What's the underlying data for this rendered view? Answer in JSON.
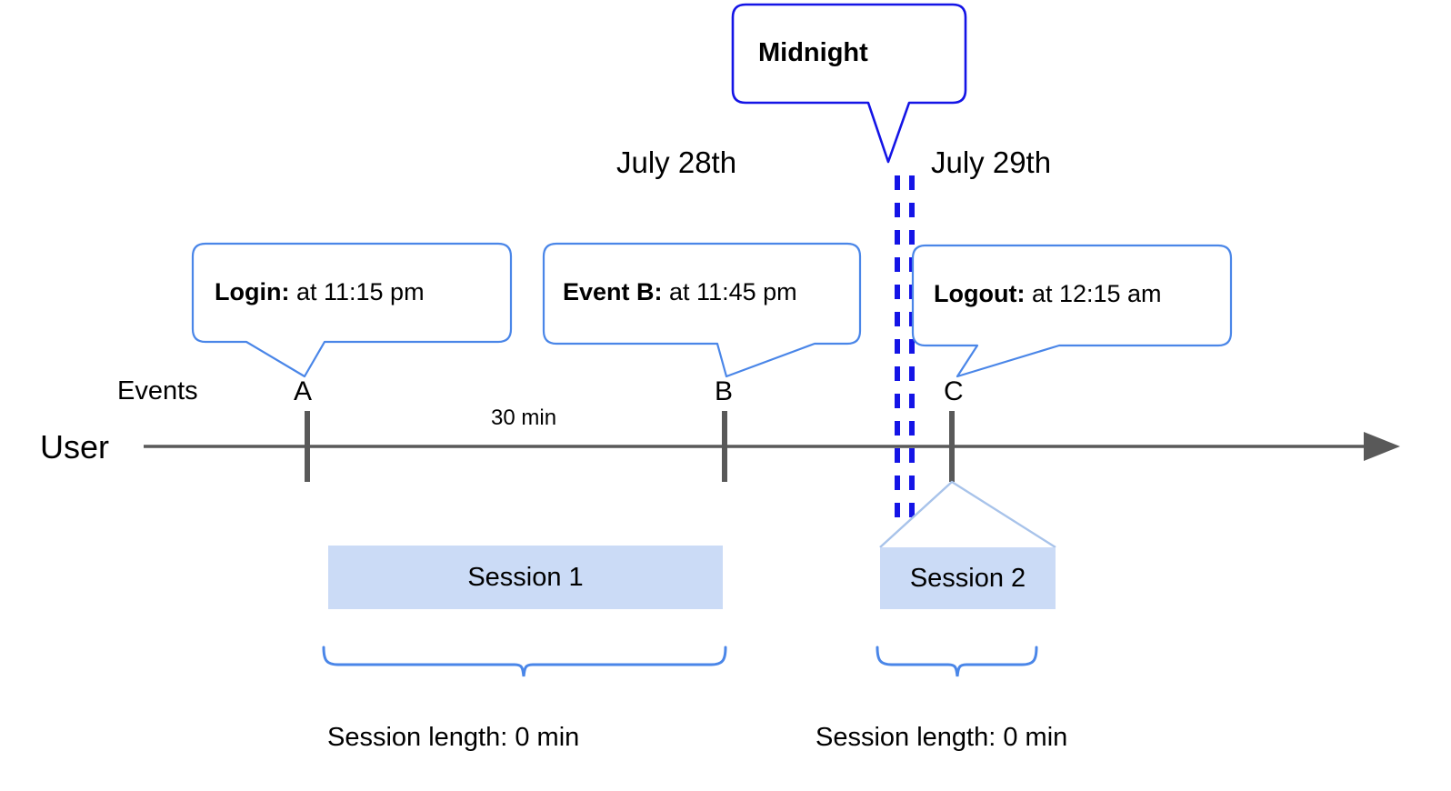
{
  "diagram": {
    "title_callout": {
      "label": "Midnight",
      "border_color": "#1414e6"
    },
    "dates": [
      {
        "label": "July 28th"
      },
      {
        "label": "July 29th"
      }
    ],
    "event_callouts": [
      {
        "name": "login",
        "bold": "Login:",
        "rest": " at 11:15 pm"
      },
      {
        "name": "event-b",
        "bold": "Event B:",
        "rest": " at 11:45 pm"
      },
      {
        "name": "logout",
        "bold": "Logout:",
        "rest": " at 12:15 am"
      }
    ],
    "axis": {
      "row_label": "User",
      "events_label": "Events",
      "gap_label": "30 min",
      "line_color": "#595959"
    },
    "events": [
      {
        "letter": "A"
      },
      {
        "letter": "B"
      },
      {
        "letter": "C"
      }
    ],
    "sessions": [
      {
        "label": "Session 1",
        "length_label": "Session length: 0 min"
      },
      {
        "label": "Session 2",
        "length_label": "Session length: 0 min"
      }
    ],
    "colors": {
      "callout_blue": "#4a86e8",
      "midnight_blue": "#1414e6",
      "session_fill": "#cbdbf6",
      "session_edge": "#a8c3ea",
      "brace_blue": "#4a86e8",
      "axis_gray": "#595959"
    }
  }
}
